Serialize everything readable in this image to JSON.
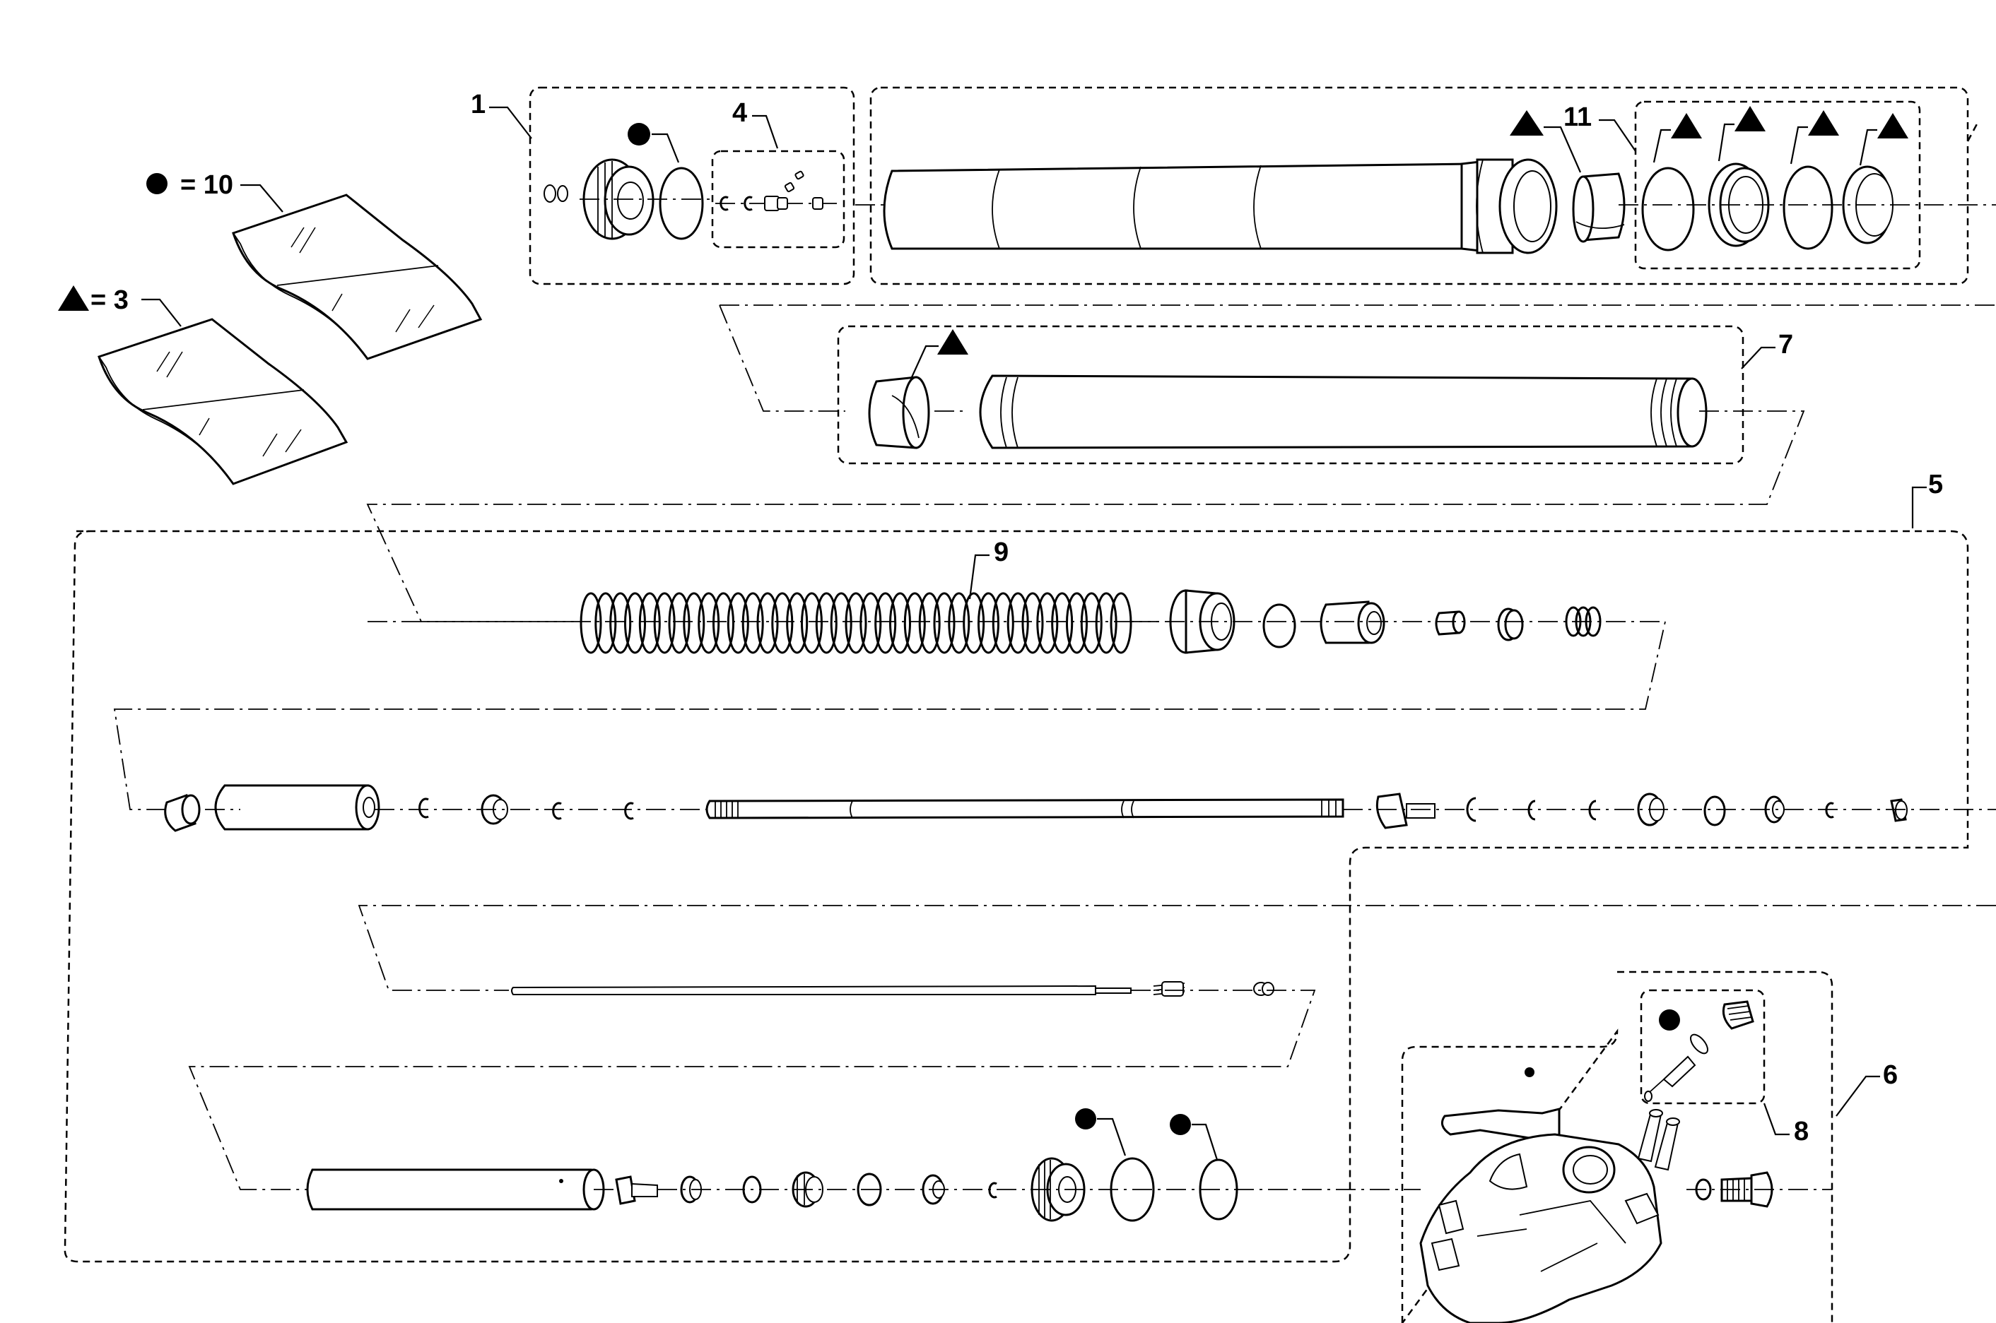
{
  "diagram": {
    "callouts": {
      "c1": "1",
      "c4": "4",
      "c5": "5",
      "c6": "6",
      "c7": "7",
      "c8": "8",
      "c9": "9",
      "c11": "11"
    },
    "legend": {
      "circle_qty": "= 10",
      "triangle_qty": "= 3"
    },
    "symbols": {
      "circle": "filled-circle-icon",
      "triangle": "filled-triangle-icon"
    },
    "colors": {
      "ink": "#000000",
      "paper": "#ffffff"
    }
  }
}
